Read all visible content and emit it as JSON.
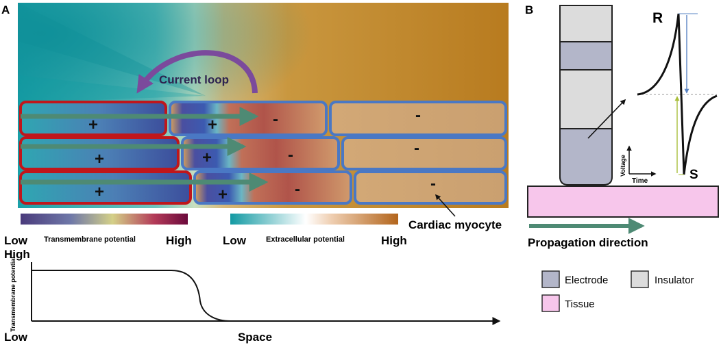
{
  "panel_a": {
    "label": "A",
    "current_loop": "Current loop",
    "signs": {
      "plus": "+",
      "minus": "-"
    },
    "cardiac_myocyte": "Cardiac myocyte",
    "transmembrane_bar": {
      "low": "Low",
      "title": "Transmembrane potential",
      "high": "High"
    },
    "extracellular_bar": {
      "low": "Low",
      "title": "Extracellular potential",
      "high": "High"
    },
    "profile": {
      "y_high": "High",
      "y_low": "Low",
      "y_axis_label": "Transmembrane potential",
      "x_axis_label": "Space"
    }
  },
  "panel_b": {
    "label": "B",
    "peak_r": "R",
    "peak_s": "S",
    "voltage_axis": "Voltage",
    "time_axis": "Time",
    "propagation": "Propagation direction",
    "legend": [
      {
        "label": "Electrode",
        "color": "#b3b6c9"
      },
      {
        "label": "Insulator",
        "color": "#dcdcdc"
      },
      {
        "label": "Tissue",
        "color": "#f7c6eb"
      }
    ]
  }
}
